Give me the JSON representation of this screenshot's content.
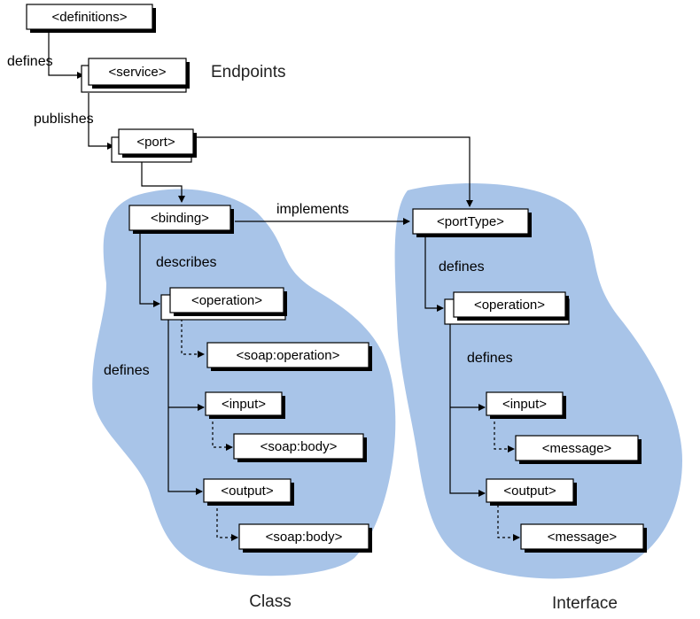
{
  "boxes": {
    "definitions": "<definitions>",
    "service": "<service>",
    "port": "<port>",
    "binding": "<binding>",
    "binding_operation": "<operation>",
    "soap_operation": "<soap:operation>",
    "binding_input": "<input>",
    "soap_body_input": "<soap:body>",
    "binding_output": "<output>",
    "soap_body_output": "<soap:body>",
    "porttype": "<portType>",
    "porttype_operation": "<operation>",
    "porttype_input": "<input>",
    "message_input": "<message>",
    "porttype_output": "<output>",
    "message_output": "<message>"
  },
  "labels": {
    "defines_top": "defines",
    "endpoints": "Endpoints",
    "publishes": "publishes",
    "implements": "implements",
    "describes": "describes",
    "defines_class": "defines",
    "defines_porttype": "defines",
    "defines_interface": "defines",
    "class": "Class",
    "interface": "Interface"
  },
  "colors": {
    "region_fill": "#a8c4e8"
  }
}
